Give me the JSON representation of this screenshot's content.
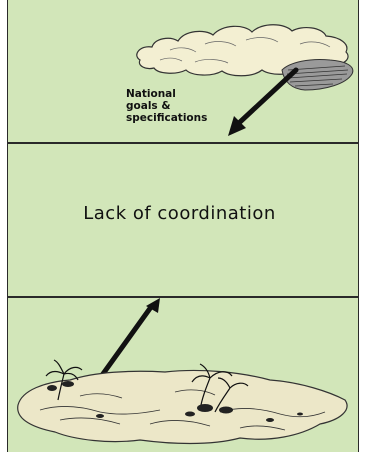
{
  "top_panel": {
    "label_lines": [
      "National",
      "goals &",
      "specifications"
    ]
  },
  "middle_panel": {
    "label": "Lack of coordination"
  },
  "colors": {
    "background": "#d2e6b9",
    "border": "#2a2a2a",
    "cloud_fill": "#f3efd2",
    "island_fill": "#ece7c8",
    "ink": "#111111"
  },
  "icons": [
    "cloud-illustration",
    "island-illustration",
    "arrow-down",
    "arrow-up"
  ]
}
